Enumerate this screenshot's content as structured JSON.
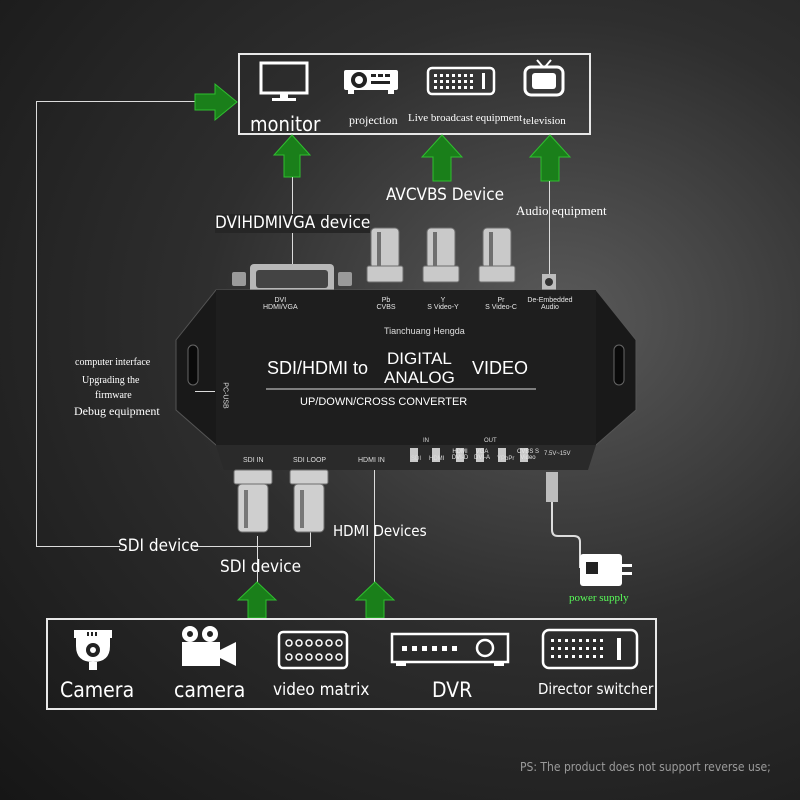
{
  "colors": {
    "arrow_green": "#1a7f1a",
    "box_border": "#e8e8e8",
    "device_body": "#1c1c1c"
  },
  "outputs": {
    "monitor": "monitor",
    "projection": "projection",
    "live_broadcast": "Live broadcast equipment",
    "television": "television"
  },
  "labels": {
    "dvi_device": "DVIHDMIVGA device",
    "avcvbs_device": "AVCVBS Device",
    "audio_equipment": "Audio equipment",
    "computer_interface": "computer interface",
    "upgrading_the": "Upgrading the",
    "firmware": "firmware",
    "debug_equipment": "Debug equipment",
    "sdi_device_left": "SDI device",
    "sdi_device_bottom": "SDI device",
    "hdmi_devices": "HDMI Devices",
    "power_supply": "power supply",
    "ps_note": "PS: The product does not support reverse use;"
  },
  "device": {
    "port_dvi": "DVI",
    "port_dvi_sub": "HDMI/VGA",
    "port_pb": "Pb",
    "port_pb_sub": "CVBS",
    "port_y": "Y",
    "port_y_sub": "S Video-Y",
    "port_pr": "Pr",
    "port_pr_sub": "S Video-C",
    "port_audio": "De-Embedded",
    "port_audio_sub": "Audio",
    "brand": "Tianchuang Hengda",
    "title_left": "SDI/HDMI to",
    "title_mid_top": "DIGITAL",
    "title_mid_bottom": "ANALOG",
    "title_right": "VIDEO",
    "subtitle": "UP/DOWN/CROSS CONVERTER",
    "pc_usb": "PC-USB",
    "sdi_in": "SDI IN",
    "sdi_loop": "SDI LOOP",
    "hdmi_in": "HDMI IN",
    "in": "IN",
    "out": "OUT",
    "sw_sdi": "SDI",
    "sw_hdmi": "HDMI",
    "sw_hdmi_dvid": "HDMI DVI-D",
    "sw_vga": "VGA DVI-A",
    "sw_ypbpr": "YPbPr",
    "sw_cvbs": "CVBS S Video",
    "power": "7.5V~15V"
  },
  "sources": {
    "camera1": "Camera",
    "camera2": "camera",
    "video_matrix": "video matrix",
    "dvr": "DVR",
    "director_switcher": "Director switcher"
  },
  "icons": [
    "monitor-icon",
    "projector-icon",
    "broadcast-panel-icon",
    "television-icon",
    "dome-camera-icon",
    "video-camera-icon",
    "video-matrix-icon",
    "dvr-icon",
    "director-switcher-icon"
  ]
}
